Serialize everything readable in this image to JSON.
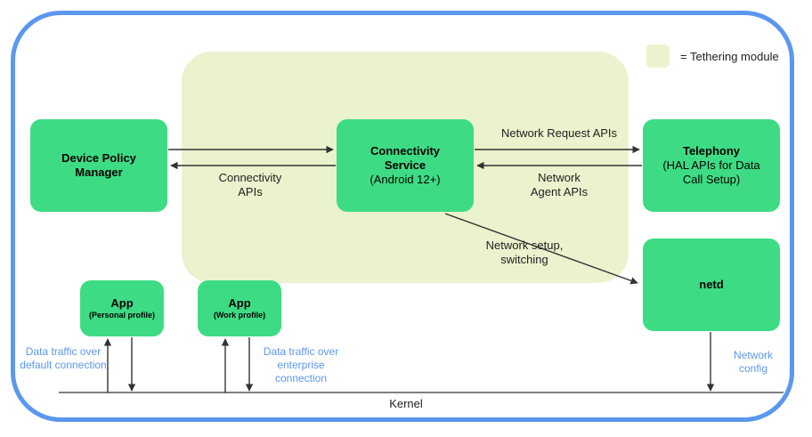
{
  "legend": {
    "label": "= Tethering module",
    "swatch_color": "#eaf3cd",
    "swatch_icon": "tethering-module-swatch"
  },
  "colors": {
    "frame": "#5b97ef",
    "node_fill": "#3ddc84",
    "tethering_region": "#eaf3cd",
    "annotation_blue": "#5b97ef",
    "text": "#202124",
    "line": "#333333"
  },
  "nodes": [
    {
      "id": "device-policy-manager",
      "title": "Device Policy",
      "title2": "Manager",
      "subtitle": ""
    },
    {
      "id": "connectivity-service",
      "title": "Connectivity",
      "title2": "Service",
      "subtitle": "(Android 12+)"
    },
    {
      "id": "telephony",
      "title": "Telephony",
      "subtitle": "(HAL APIs for Data",
      "subtitle2": "Call Setup)"
    },
    {
      "id": "netd",
      "title": "netd",
      "subtitle": ""
    },
    {
      "id": "app-personal",
      "title": "App",
      "subtitle": "(Personal profile)"
    },
    {
      "id": "app-work",
      "title": "App",
      "subtitle": "(Work profile)"
    }
  ],
  "edges": {
    "network_request_apis": "Network Request APIs",
    "network_agent_apis": "Network\nAgent APIs",
    "connectivity_apis": "Connectivity\nAPIs",
    "network_setup_switching": "Network setup,\nswitching"
  },
  "bottom": {
    "kernel": "Kernel",
    "data_traffic_default": "Data traffic over\ndefault connection",
    "data_traffic_enterprise": "Data traffic over\nenterprise connection",
    "network_config": "Network\nconfig"
  }
}
